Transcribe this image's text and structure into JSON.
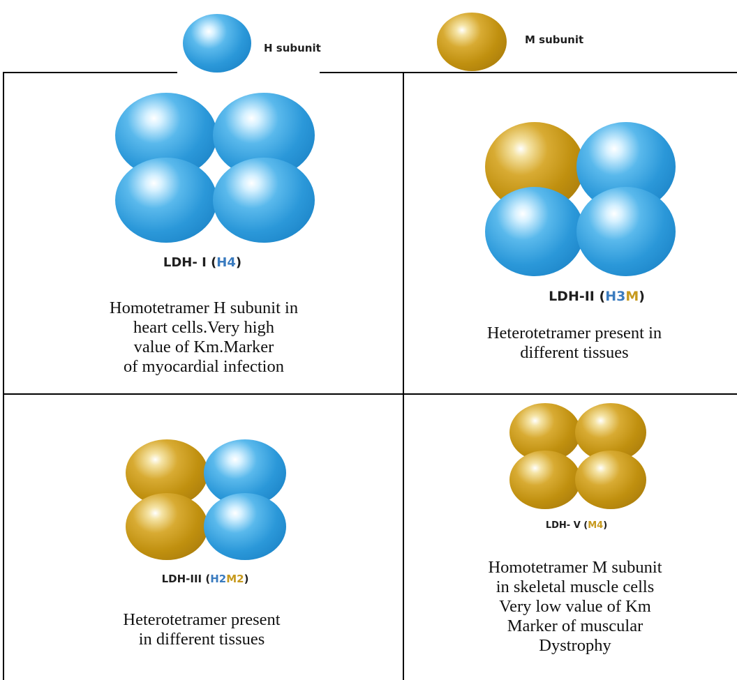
{
  "legend": {
    "h_label": "H subunit",
    "m_label": "M subunit",
    "h_color": "#2b98d9",
    "m_color": "#c0900f"
  },
  "cells": [
    {
      "name": "LDH- I",
      "formula_open": " (",
      "formula_parts": [
        {
          "text": "H4",
          "color": "h"
        }
      ],
      "formula_close": ")",
      "description": [
        "Homotetramer H subunit in",
        "heart cells.Very high",
        "value of Km.Marker",
        "of myocardial infection"
      ]
    },
    {
      "name": "LDH-II",
      "formula_open": " (",
      "formula_parts": [
        {
          "text": "H3",
          "color": "h"
        },
        {
          "text": "M",
          "color": "m"
        }
      ],
      "formula_close": ")",
      "description": [
        "Heterotetramer present in",
        "different tissues"
      ]
    },
    {
      "name": "LDH-III",
      "formula_open": " (",
      "formula_parts": [
        {
          "text": "H2",
          "color": "h"
        },
        {
          "text": "M2",
          "color": "m"
        }
      ],
      "formula_close": ")",
      "description": [
        "Heterotetramer present",
        "in different tissues"
      ]
    },
    {
      "name": "LDH- V",
      "formula_open": " (",
      "formula_parts": [
        {
          "text": "M4",
          "color": "m"
        }
      ],
      "formula_close": ")",
      "description": [
        "Homotetramer M subunit",
        "in skeletal muscle cells",
        "Very low value of Km",
        "Marker of muscular",
        "Dystrophy"
      ]
    }
  ]
}
